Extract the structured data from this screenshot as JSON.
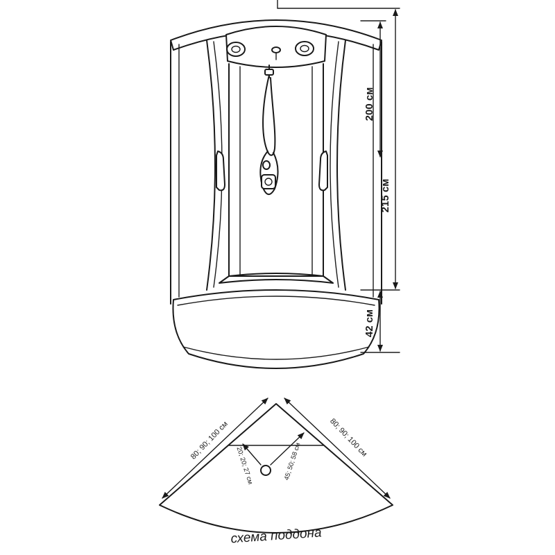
{
  "figure": {
    "dimensions": {
      "inner_height": "200 см",
      "total_height": "215 см",
      "tray_height": "42 см"
    },
    "tray_scheme": {
      "side_left": "80; 90; 100 см",
      "side_right": "80; 90; 100 см",
      "inner_left": "20; 20; 27 см",
      "inner_right": "45; 50; 58 см",
      "caption": "схема поддона"
    }
  }
}
